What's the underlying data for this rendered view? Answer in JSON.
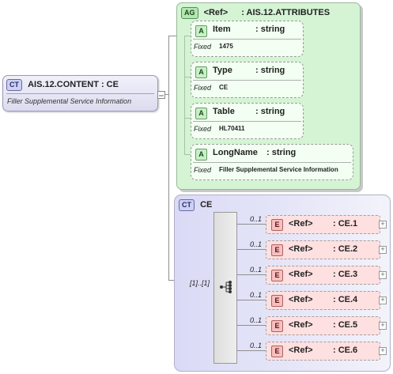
{
  "root": {
    "badge": "CT",
    "title": "AIS.12.CONTENT : CE",
    "doc": "Filler Supplemental Service Information"
  },
  "attribute_group": {
    "badge": "AG",
    "ref": "<Ref>",
    "name": ": AIS.12.ATTRIBUTES",
    "attributes": [
      {
        "badge": "A",
        "name": "Item",
        "type": ": string",
        "fixed_label": "Fixed",
        "fixed_value": "1475"
      },
      {
        "badge": "A",
        "name": "Type",
        "type": ": string",
        "fixed_label": "Fixed",
        "fixed_value": "CE"
      },
      {
        "badge": "A",
        "name": "Table",
        "type": ": string",
        "fixed_label": "Fixed",
        "fixed_value": "HL70411"
      },
      {
        "badge": "A",
        "name": "LongName",
        "type": ": string",
        "fixed_label": "Fixed",
        "fixed_value": "Filler Supplemental Service Information"
      }
    ]
  },
  "complex_type": {
    "badge": "CT",
    "name": "CE",
    "occurrence": "[1]..[1]",
    "elements": [
      {
        "occ": "0..1",
        "badge": "E",
        "ref": "<Ref>",
        "type": ": CE.1"
      },
      {
        "occ": "0..1",
        "badge": "E",
        "ref": "<Ref>",
        "type": ": CE.2"
      },
      {
        "occ": "0..1",
        "badge": "E",
        "ref": "<Ref>",
        "type": ": CE.3"
      },
      {
        "occ": "0..1",
        "badge": "E",
        "ref": "<Ref>",
        "type": ": CE.4"
      },
      {
        "occ": "0..1",
        "badge": "E",
        "ref": "<Ref>",
        "type": ": CE.5"
      },
      {
        "occ": "0..1",
        "badge": "E",
        "ref": "<Ref>",
        "type": ": CE.6"
      }
    ]
  }
}
